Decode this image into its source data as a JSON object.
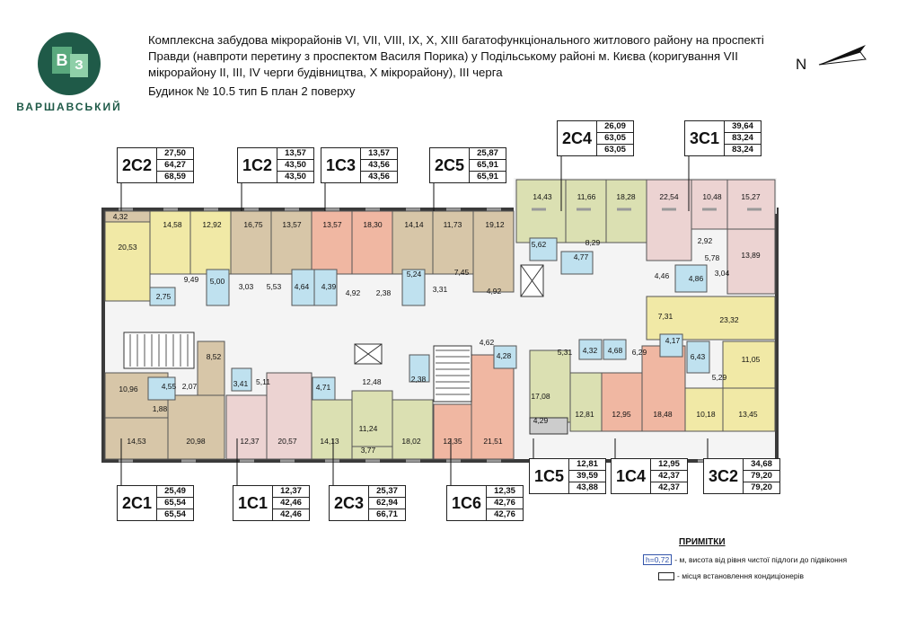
{
  "logo": {
    "text": "ВАРШАВСЬКИЙ",
    "letter_a": "В",
    "letter_b": "З"
  },
  "header": {
    "title": "Комплексна забудова мікрорайонів VI, VII, VIII, IX, X, XIII багатофункціонального житлового району на проспекті Правди (навпроти перетину з проспектом Василя Порика) у Подільському районі м. Києва (коригування VII мікрорайону II, III, IV черги будівництва, X мікрорайону), III черга",
    "subtitle": "Будинок № 10.5   тип Б   план 2 поверху"
  },
  "north": {
    "label": "N"
  },
  "apartments": [
    {
      "code": "2С2",
      "v1": "27,50",
      "v2": "64,27",
      "v3": "68,59"
    },
    {
      "code": "1С2",
      "v1": "13,57",
      "v2": "43,50",
      "v3": "43,50"
    },
    {
      "code": "1С3",
      "v1": "13,57",
      "v2": "43,56",
      "v3": "43,56"
    },
    {
      "code": "2С5",
      "v1": "25,87",
      "v2": "65,91",
      "v3": "65,91"
    },
    {
      "code": "2С4",
      "v1": "26,09",
      "v2": "63,05",
      "v3": "63,05"
    },
    {
      "code": "3С1",
      "v1": "39,64",
      "v2": "83,24",
      "v3": "83,24"
    },
    {
      "code": "2С1",
      "v1": "25,49",
      "v2": "65,54",
      "v3": "65,54"
    },
    {
      "code": "1С1",
      "v1": "12,37",
      "v2": "42,46",
      "v3": "42,46"
    },
    {
      "code": "2С3",
      "v1": "25,37",
      "v2": "62,94",
      "v3": "66,71"
    },
    {
      "code": "1С6",
      "v1": "12,35",
      "v2": "42,76",
      "v3": "42,76"
    },
    {
      "code": "1С5",
      "v1": "12,81",
      "v2": "39,59",
      "v3": "43,88"
    },
    {
      "code": "1С4",
      "v1": "12,95",
      "v2": "42,37",
      "v3": "42,37"
    },
    {
      "code": "3С2",
      "v1": "34,68",
      "v2": "79,20",
      "v3": "79,20"
    }
  ],
  "room_areas": [
    "4,32",
    "20,53",
    "14,58",
    "12,92",
    "9,49",
    "2,75",
    "5,00",
    "16,75",
    "13,57",
    "3,03",
    "5,53",
    "4,64",
    "13,57",
    "18,30",
    "4,39",
    "4,92",
    "2,38",
    "14,14",
    "11,73",
    "19,12",
    "5,24",
    "7,45",
    "3,31",
    "4,92",
    "14,43",
    "11,66",
    "18,28",
    "5,62",
    "8,29",
    "4,77",
    "22,54",
    "10,48",
    "15,27",
    "2,92",
    "5,78",
    "13,89",
    "4,46",
    "4,86",
    "3,04",
    "7,31",
    "23,32",
    "8,52",
    "10,96",
    "4,55",
    "2,07",
    "1,88",
    "14,53",
    "20,98",
    "3,41",
    "5,11",
    "12,37",
    "20,57",
    "4,71",
    "12,48",
    "14,13",
    "11,24",
    "3,77",
    "18,02",
    "2,38",
    "4,62",
    "4,28",
    "12,35",
    "21,51",
    "17,08",
    "4,29",
    "5,31",
    "4,32",
    "4,68",
    "6,29",
    "12,81",
    "12,95",
    "18,48",
    "4,17",
    "6,43",
    "11,05",
    "5,29",
    "10,18",
    "13,45"
  ],
  "colors": {
    "yellow": "#f1e9a6",
    "olive": "#dbe0b2",
    "tan": "#d7c6a8",
    "salmon": "#f0b7a2",
    "pink": "#ecd3d2",
    "blue": "#bfe1ef",
    "wall": "#3a3a3a",
    "corridor": "#ffffff"
  },
  "legend": {
    "title": "ПРИМІТКИ",
    "height_sample": "h=0,72",
    "height_text": "- м, висота від рівня чистої підлоги до підвіконня",
    "ac_text": "- місця встановлення кондиціонерів"
  }
}
